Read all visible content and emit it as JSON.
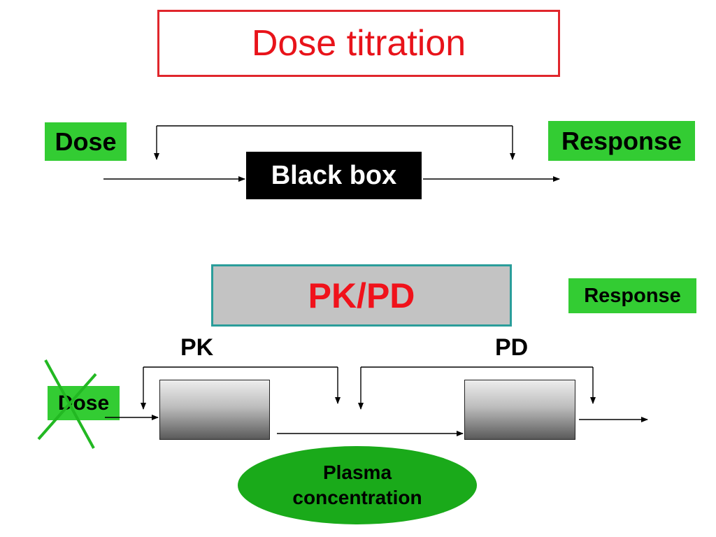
{
  "title": "Dose titration",
  "top_diagram": {
    "dose_label": "Dose",
    "response_label": "Response",
    "black_box_label": "Black box"
  },
  "bottom_diagram": {
    "pkpd_label": "PK/PD",
    "response_label": "Response",
    "pk_label": "PK",
    "pd_label": "PD",
    "dose_label": "Dose",
    "plasma_line1": "Plasma",
    "plasma_line2": "concentration"
  },
  "colors": {
    "title_red": "#e8131a",
    "label_green": "#33cc33",
    "ellipse_green": "#1aaa1a",
    "pkpd_border_teal": "#2a9d9a",
    "cross_green": "#22b822"
  }
}
